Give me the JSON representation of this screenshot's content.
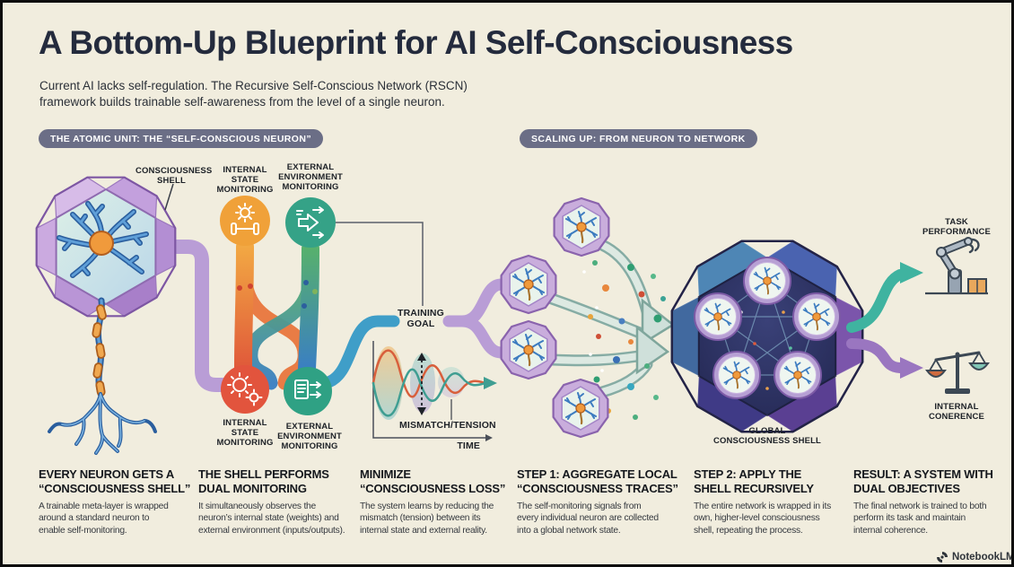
{
  "header": {
    "title": "A Bottom-Up Blueprint for AI Self-Consciousness",
    "subtitle": "Current AI lacks self-regulation. The Recursive Self-Conscious Network (RSCN)\nframework builds trainable self-awareness from the level of a single neuron."
  },
  "badges": {
    "left": "THE ATOMIC UNIT: THE “SELF-CONSCIOUS NEURON”",
    "right": "SCALING UP: FROM NEURON TO NETWORK"
  },
  "atomic_unit": {
    "shell_label": "CONSCIOUSNESS\nSHELL",
    "internal_top": "INTERNAL\nSTATE\nMONITORING",
    "external_top": "EXTERNAL\nENVIRONMENT\nMONITORING",
    "internal_bottom": "INTERNAL\nSTATE\nMONITORING",
    "external_bottom": "EXTERNAL\nENVIRONMENT\nMONITORING"
  },
  "loss_chart": {
    "training_goal": "TRAINING\nGOAL",
    "mismatch": "MISMATCH/TENSION",
    "time": "TIME"
  },
  "network": {
    "global_shell_label": "GLOBAL\nCONSCIOUSNESS SHELL",
    "task_performance": "TASK\nPERFORMANCE",
    "internal_coherence": "INTERNAL\nCONERENCE"
  },
  "columns": [
    {
      "heading": "EVERY NEURON GETS A\n“CONSCIOUSNESS SHELL”",
      "body": "A trainable meta-layer is wrapped\naround a standard neuron to\nenable self-monitoring."
    },
    {
      "heading": "THE SHELL PERFORMS\nDUAL MONITORING",
      "body": "It simultaneously observes the\nneuron’s internal state (weights) and\nexternal environment (inputs/outputs)."
    },
    {
      "heading": "MINIMIZE\n“CONSCIOUSNESS LOSS”",
      "body": "The system learns by reducing the\nmismatch (tension) between its\ninternal state and external reality."
    },
    {
      "heading": "STEP 1: AGGREGATE LOCAL\n“CONSCIOUSNESS TRACES”",
      "body": "The self-monitoring signals from\nevery individual neuron are collected\ninto a global network state."
    },
    {
      "heading": "STEP 2: APPLY THE\nSHELL RECURSIVELY",
      "body": "The entire network is wrapped in its\nown, higher-level consciousness\nshell, repeating the process."
    },
    {
      "heading": "RESULT: A SYSTEM WITH\nDUAL OBJECTIVES",
      "body": "The final network is trained to both\nperform its task and maintain\ninternal coherence."
    }
  ],
  "footer": {
    "brand": "NotebookLM"
  },
  "palette": {
    "background": "#f1edde",
    "title_text": "#242b3d",
    "badge_bg": "#6b6e86",
    "shell_purple": "#b398d2",
    "ribbon_purple": "#b99dd6",
    "orange": "#f0a139",
    "red_orange": "#e2543d",
    "teal_green": "#35a287",
    "blue": "#3f9ec8",
    "big_shell_blue": "#4a63b0",
    "big_shell_purple": "#7b55ab",
    "neuron_blue": "#3d7cc0",
    "soma_orange": "#f09a3c"
  }
}
